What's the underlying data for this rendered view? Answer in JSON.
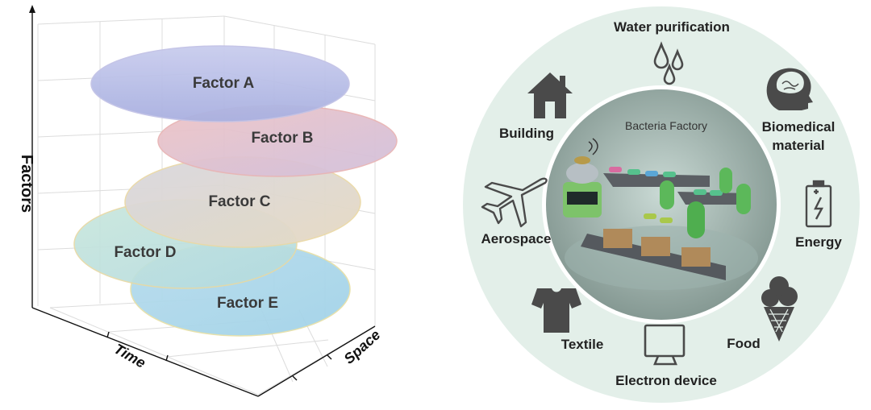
{
  "left_panel": {
    "y_axis_label": "Factors",
    "x_axis_label": "Time",
    "z_axis_label": "Space",
    "factors": [
      "Factor A",
      "Factor B",
      "Factor C",
      "Factor D",
      "Factor E"
    ]
  },
  "right_panel": {
    "center_label": "Bacteria Factory",
    "applications": {
      "water": "Water purification",
      "building": "Building",
      "biomedical_1": "Biomedical",
      "biomedical_2": "material",
      "aerospace": "Aerospace",
      "energy": "Energy",
      "textile": "Textile",
      "food": "Food",
      "electron": "Electron device"
    },
    "icons": [
      "water-drops-icon",
      "house-icon",
      "head-brain-icon",
      "airplane-icon",
      "battery-icon",
      "tshirt-icon",
      "ice-cream-icon",
      "monitor-icon"
    ],
    "colors": {
      "ring": "#e3efe9",
      "inner": "#8fa39d",
      "icon": "#4a4a4a"
    }
  }
}
